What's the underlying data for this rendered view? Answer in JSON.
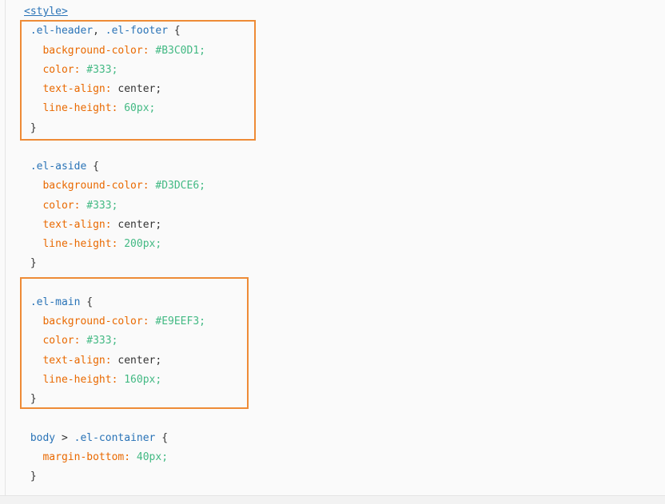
{
  "colors": {
    "page-bg": "#fafafa",
    "strip-bg": "#f2f2f2",
    "border": "#e4e4e4",
    "link": "#2973b7",
    "selector": "#2973b7",
    "property": "#e96900",
    "value": "#42b983",
    "plain": "#333333",
    "annotation": "#ee8b36"
  },
  "code": {
    "language": "css",
    "lines": [
      {
        "segments": [
          {
            "type": "tag",
            "text": "<style>"
          }
        ]
      },
      {
        "segments": [
          {
            "type": "sel",
            "text": " .el-header"
          },
          {
            "type": "pun",
            "text": ","
          },
          {
            "type": "sel",
            "text": " .el-footer"
          },
          {
            "type": "pun",
            "text": " {"
          }
        ]
      },
      {
        "segments": [
          {
            "type": "prop",
            "text": "   background-color:"
          },
          {
            "type": "pun",
            "text": " "
          },
          {
            "type": "val",
            "text": "#B3C0D1;"
          }
        ]
      },
      {
        "segments": [
          {
            "type": "prop",
            "text": "   color:"
          },
          {
            "type": "pun",
            "text": " "
          },
          {
            "type": "val",
            "text": "#333;"
          }
        ]
      },
      {
        "segments": [
          {
            "type": "prop",
            "text": "   text-align:"
          },
          {
            "type": "pun",
            "text": " center;"
          }
        ]
      },
      {
        "segments": [
          {
            "type": "prop",
            "text": "   line-height:"
          },
          {
            "type": "pun",
            "text": " "
          },
          {
            "type": "val",
            "text": "60px;"
          }
        ]
      },
      {
        "segments": [
          {
            "type": "pun",
            "text": " }"
          }
        ]
      },
      {
        "segments": []
      },
      {
        "segments": [
          {
            "type": "sel",
            "text": " .el-aside"
          },
          {
            "type": "pun",
            "text": " {"
          }
        ]
      },
      {
        "segments": [
          {
            "type": "prop",
            "text": "   background-color:"
          },
          {
            "type": "pun",
            "text": " "
          },
          {
            "type": "val",
            "text": "#D3DCE6;"
          }
        ]
      },
      {
        "segments": [
          {
            "type": "prop",
            "text": "   color:"
          },
          {
            "type": "pun",
            "text": " "
          },
          {
            "type": "val",
            "text": "#333;"
          }
        ]
      },
      {
        "segments": [
          {
            "type": "prop",
            "text": "   text-align:"
          },
          {
            "type": "pun",
            "text": " center;"
          }
        ]
      },
      {
        "segments": [
          {
            "type": "prop",
            "text": "   line-height:"
          },
          {
            "type": "pun",
            "text": " "
          },
          {
            "type": "val",
            "text": "200px;"
          }
        ]
      },
      {
        "segments": [
          {
            "type": "pun",
            "text": " }"
          }
        ]
      },
      {
        "segments": []
      },
      {
        "segments": [
          {
            "type": "sel",
            "text": " .el-main"
          },
          {
            "type": "pun",
            "text": " {"
          }
        ]
      },
      {
        "segments": [
          {
            "type": "prop",
            "text": "   background-color:"
          },
          {
            "type": "pun",
            "text": " "
          },
          {
            "type": "val",
            "text": "#E9EEF3;"
          }
        ]
      },
      {
        "segments": [
          {
            "type": "prop",
            "text": "   color:"
          },
          {
            "type": "pun",
            "text": " "
          },
          {
            "type": "val",
            "text": "#333;"
          }
        ]
      },
      {
        "segments": [
          {
            "type": "prop",
            "text": "   text-align:"
          },
          {
            "type": "pun",
            "text": " center;"
          }
        ]
      },
      {
        "segments": [
          {
            "type": "prop",
            "text": "   line-height:"
          },
          {
            "type": "pun",
            "text": " "
          },
          {
            "type": "val",
            "text": "160px;"
          }
        ]
      },
      {
        "segments": [
          {
            "type": "pun",
            "text": " }"
          }
        ]
      },
      {
        "segments": []
      },
      {
        "segments": [
          {
            "type": "sel",
            "text": " body"
          },
          {
            "type": "pun",
            "text": " > "
          },
          {
            "type": "sel",
            "text": ".el-container"
          },
          {
            "type": "pun",
            "text": " {"
          }
        ]
      },
      {
        "segments": [
          {
            "type": "prop",
            "text": "   margin-bottom:"
          },
          {
            "type": "pun",
            "text": " "
          },
          {
            "type": "val",
            "text": "40px;"
          }
        ]
      },
      {
        "segments": [
          {
            "type": "pun",
            "text": " }"
          }
        ]
      }
    ]
  },
  "annotations": [
    {
      "name": "header-footer-rule-highlight"
    },
    {
      "name": "main-rule-highlight"
    }
  ]
}
